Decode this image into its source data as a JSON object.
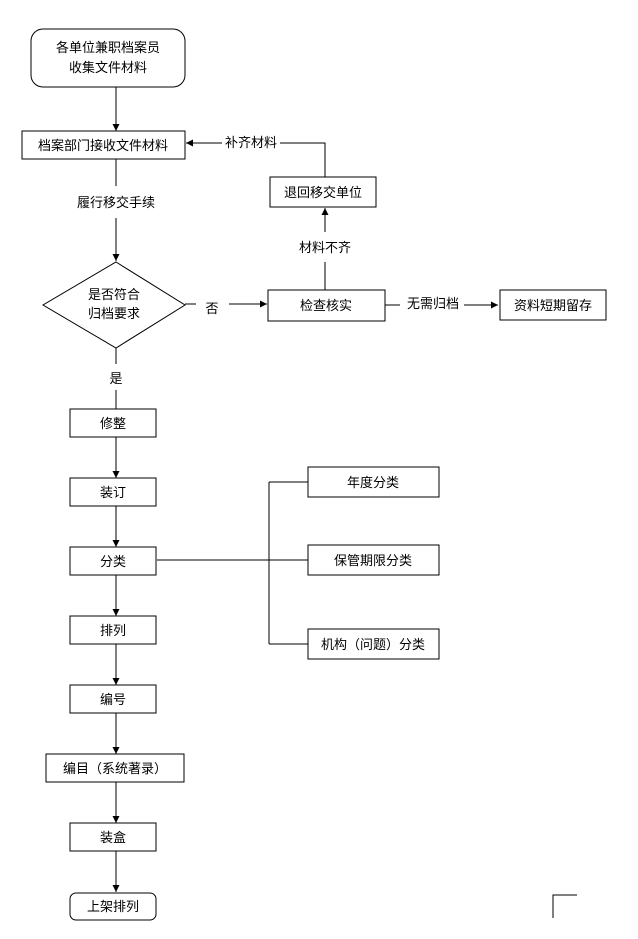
{
  "nodes": {
    "collect_l1": "各单位兼职档案员",
    "collect_l2": "收集文件材料",
    "receive": "档案部门接收文件材料",
    "return_unit": "退回移交单位",
    "decision_l1": "是否符合",
    "decision_l2": "归档要求",
    "check": "检查核实",
    "short_term": "资料短期留存",
    "trim": "修整",
    "bind": "装订",
    "classify": "分类",
    "arrange": "排列",
    "number": "编号",
    "catalog": "编目（系统著录）",
    "box": "装盒",
    "shelve": "上架排列",
    "class_year": "年度分类",
    "class_period": "保管期限分类",
    "class_org": "机构（问题）分类"
  },
  "edges": {
    "transfer": "履行移交手续",
    "supplement": "补齐材料",
    "incomplete": "材料不齐",
    "no": "否",
    "yes": "是",
    "no_archive": "无需归档"
  }
}
